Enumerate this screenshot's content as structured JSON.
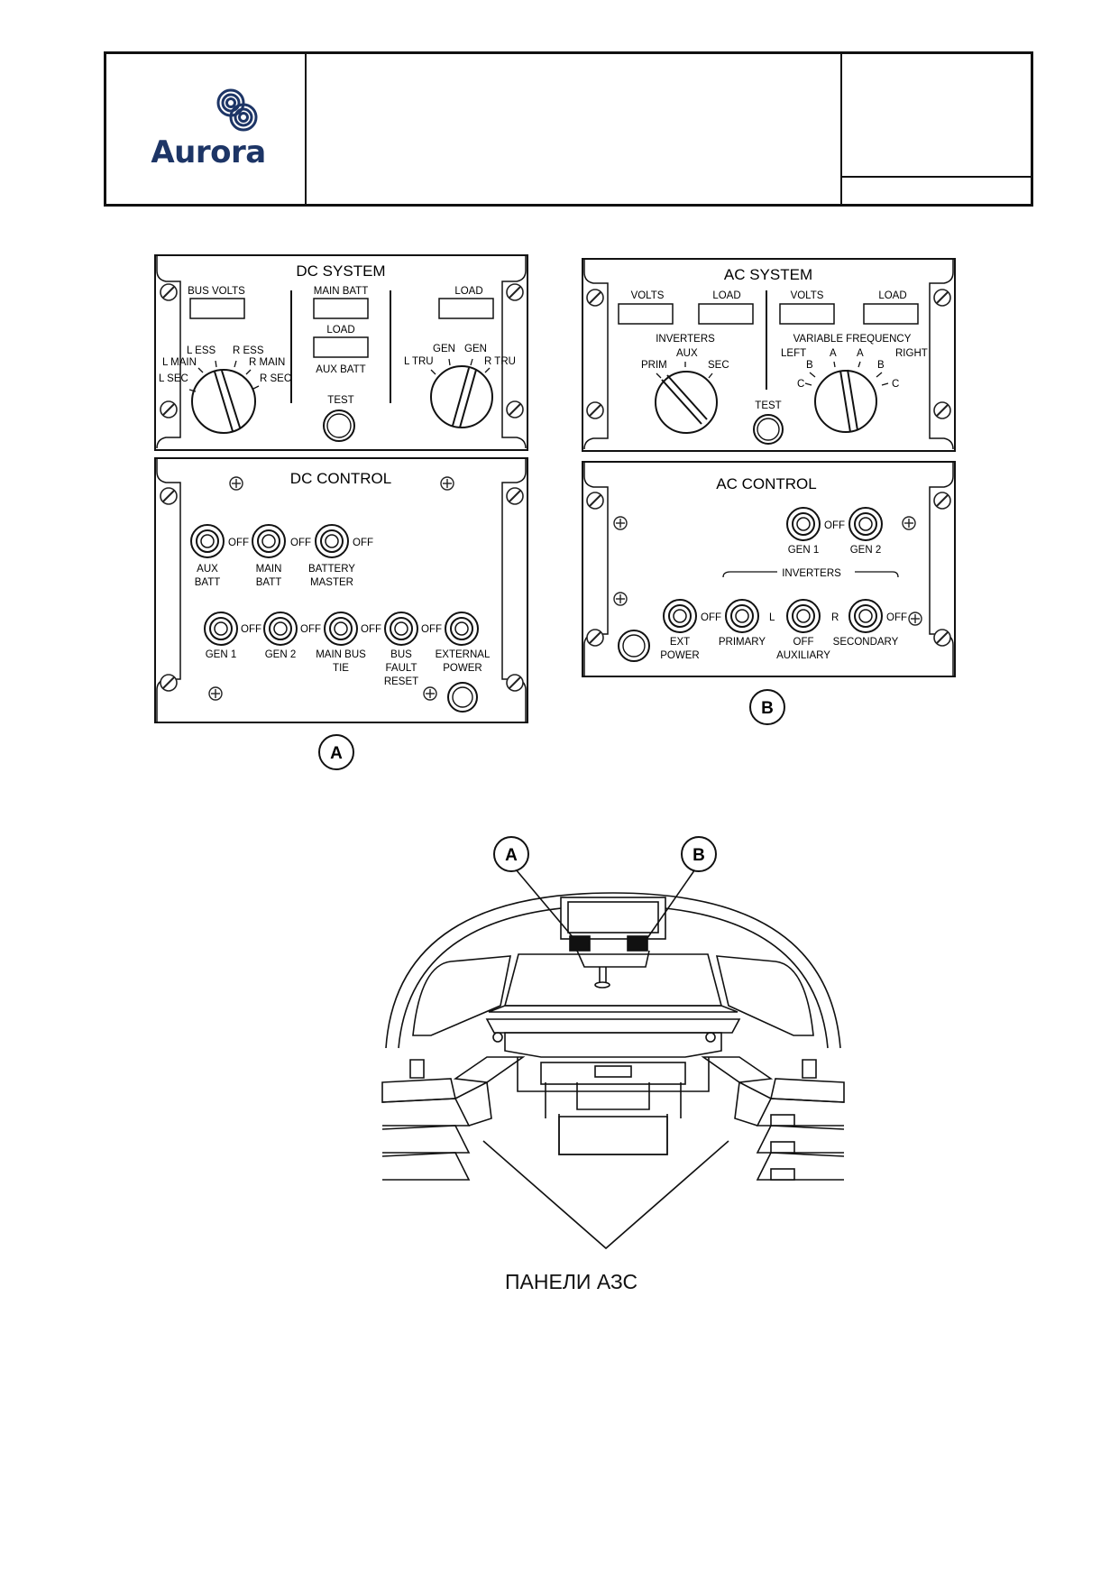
{
  "header": {
    "logo_text": "Aurora",
    "brand_color": "#1d3566",
    "logo_icon": "aurora-rings-logo"
  },
  "dc_system": {
    "title": "DC SYSTEM",
    "bus_volts": "BUS VOLTS",
    "main_batt": "MAIN BATT",
    "load_left": "LOAD",
    "aux_batt": "AUX BATT",
    "load_right": "LOAD",
    "test": "TEST",
    "left_selector": [
      "L SEC",
      "L MAIN",
      "L ESS",
      "R ESS",
      "R MAIN",
      "R SEC"
    ],
    "right_selector": [
      "L TRU",
      "GEN",
      "GEN",
      "R TRU"
    ]
  },
  "dc_control": {
    "title": "DC CONTROL",
    "row1": [
      {
        "lines": [
          "AUX",
          "BATT"
        ],
        "off": "OFF"
      },
      {
        "lines": [
          "MAIN",
          "BATT"
        ],
        "off": "OFF"
      },
      {
        "lines": [
          "BATTERY",
          "MASTER"
        ],
        "off": "OFF"
      }
    ],
    "row2": [
      {
        "lines": [
          "GEN 1"
        ],
        "off": "OFF"
      },
      {
        "lines": [
          "GEN 2"
        ],
        "off": "OFF"
      },
      {
        "lines": [
          "MAIN BUS",
          "TIE"
        ],
        "off": "OFF"
      },
      {
        "lines": [
          "BUS",
          "FAULT",
          "RESET"
        ],
        "off": "OFF"
      },
      {
        "lines": [
          "EXTERNAL",
          "POWER"
        ],
        "off": ""
      }
    ]
  },
  "ac_system": {
    "title": "AC SYSTEM",
    "volts_left": "VOLTS",
    "load_left": "LOAD",
    "volts_right": "VOLTS",
    "load_right": "LOAD",
    "inverters": "INVERTERS",
    "inv_positions": [
      "PRIM",
      "AUX",
      "SEC"
    ],
    "test": "TEST",
    "variable_frequency": "VARIABLE FREQUENCY",
    "vf_positions": [
      "LEFT",
      "B",
      "C",
      "A",
      "A",
      "B",
      "C",
      "RIGHT"
    ]
  },
  "ac_control": {
    "title": "AC CONTROL",
    "gen1": "GEN 1",
    "gen2": "GEN 2",
    "off": "OFF",
    "inverters": "INVERTERS",
    "ext_power": [
      "EXT",
      "POWER"
    ],
    "primary": "PRIMARY",
    "l": "L",
    "off_aux": "OFF",
    "auxiliary": "AUXILIARY",
    "r": "R",
    "secondary": "SECONDARY"
  },
  "callouts": {
    "a": "A",
    "b": "B"
  },
  "caption": "ПАНЕЛИ АЗС"
}
